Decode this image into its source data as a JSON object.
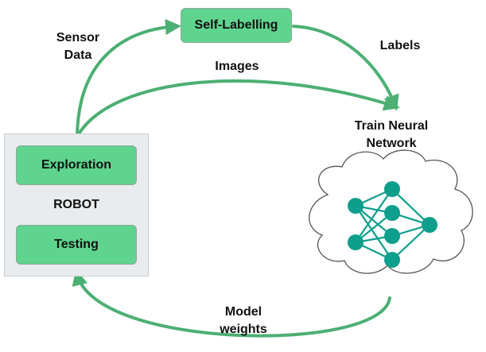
{
  "nodes": {
    "self_labelling": "Self-Labelling",
    "exploration": "Exploration",
    "robot": "ROBOT",
    "testing": "Testing",
    "train": [
      "Train Neural",
      "Network"
    ]
  },
  "edges": {
    "sensor_data": [
      "Sensor",
      "Data"
    ],
    "labels": "Labels",
    "images": "Images",
    "model_weights": [
      "Model",
      "weights"
    ]
  },
  "colors": {
    "arrow": "#4caf73",
    "box_fill": "#5fd48e",
    "neuron": "#0e9e8c",
    "panel": "#e9ecee"
  },
  "icons": {
    "network": "neural-network-icon",
    "cloud": "cloud-icon"
  }
}
